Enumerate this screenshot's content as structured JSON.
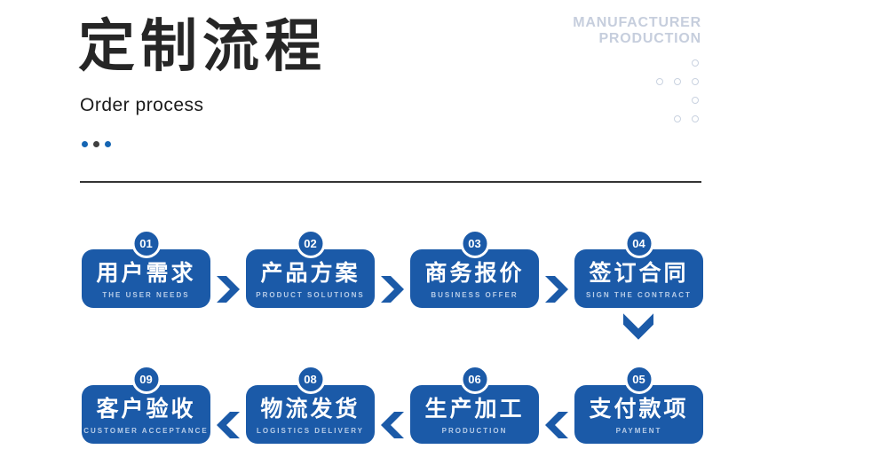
{
  "header": {
    "title": "定制流程",
    "subtitle": "Order process",
    "watermark_line1": "MANUFACTURER",
    "watermark_line2": "PRODUCTION"
  },
  "colors": {
    "primary_blue": "#1b5aa8",
    "dot_blue": "#1565b3",
    "dot_dark": "#3f3f3f",
    "watermark_gray": "#c6cedd",
    "divider_dark": "#333333",
    "step_subtitle_text": "#b8cde8",
    "title_black": "#262626"
  },
  "decor": {
    "accent_dots": [
      "blue",
      "dark",
      "blue"
    ],
    "circle_grid_pattern": [
      [
        0,
        0,
        1
      ],
      [
        1,
        1,
        1
      ],
      [
        0,
        0,
        1
      ],
      [
        0,
        1,
        1
      ]
    ]
  },
  "flow": {
    "row1": [
      {
        "num": "01",
        "title": "用户需求",
        "subtitle": "THE USER NEEDS"
      },
      {
        "num": "02",
        "title": "产品方案",
        "subtitle": "PRODUCT SOLUTIONS"
      },
      {
        "num": "03",
        "title": "商务报价",
        "subtitle": "BUSINESS OFFER"
      },
      {
        "num": "04",
        "title": "签订合同",
        "subtitle": "SIGN THE CONTRACT"
      }
    ],
    "row2": [
      {
        "num": "09",
        "title": "客户验收",
        "subtitle": "CUSTOMER ACCEPTANCE"
      },
      {
        "num": "08",
        "title": "物流发货",
        "subtitle": "LOGISTICS DELIVERY"
      },
      {
        "num": "06",
        "title": "生产加工",
        "subtitle": "PRODUCTION"
      },
      {
        "num": "05",
        "title": "支付款项",
        "subtitle": "PAYMENT"
      }
    ]
  }
}
